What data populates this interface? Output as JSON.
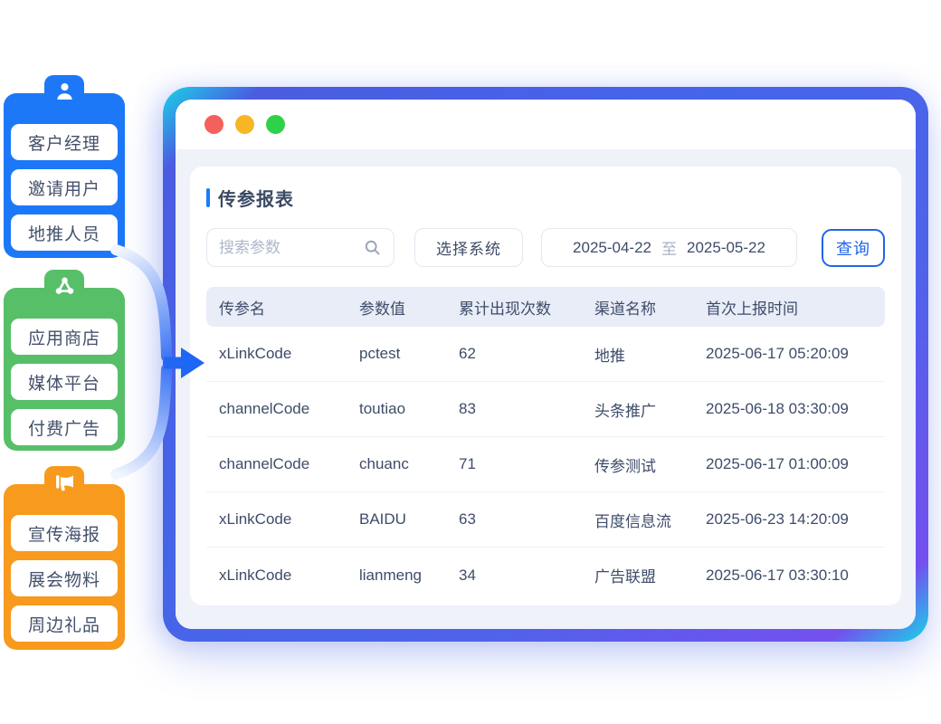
{
  "illustration": {
    "cards": [
      {
        "name": "personnel-sources",
        "color": "#1d78f8",
        "icon": "user-icon",
        "items": [
          "客户经理",
          "邀请用户",
          "地推人员"
        ]
      },
      {
        "name": "platform-sources",
        "color": "#57bf68",
        "icon": "share-icon",
        "items": [
          "应用商店",
          "媒体平台",
          "付费广告"
        ]
      },
      {
        "name": "material-sources",
        "color": "#f79a1d",
        "icon": "megaphone-icon",
        "items": [
          "宣传海报",
          "展会物料",
          "周边礼品"
        ]
      }
    ],
    "arrow_color": "#1e66f5"
  },
  "window": {
    "traffic_lights": [
      "#f4615c",
      "#f7b626",
      "#2fd14a"
    ],
    "frame_color": "#4565e9",
    "report": {
      "title": "传参报表",
      "accent_color": "#1a7cfa",
      "toolbar": {
        "search_placeholder": "搜索参数",
        "system_button": "选择系统",
        "date_start": "2025-04-22",
        "date_separator": "至",
        "date_end": "2025-05-22",
        "query_button": "查询"
      },
      "table": {
        "columns": [
          "传参名",
          "参数值",
          "累计出现次数",
          "渠道名称",
          "首次上报时间"
        ],
        "rows": [
          [
            "xLinkCode",
            "pctest",
            "62",
            "地推",
            "2025-06-17 05:20:09"
          ],
          [
            "channelCode",
            "toutiao",
            "83",
            "头条推广",
            "2025-06-18 03:30:09"
          ],
          [
            "channelCode",
            "chuanc",
            "71",
            "传参测试",
            "2025-06-17 01:00:09"
          ],
          [
            "xLinkCode",
            "BAIDU",
            "63",
            "百度信息流",
            "2025-06-23 14:20:09"
          ],
          [
            "xLinkCode",
            "lianmeng",
            "34",
            "广告联盟",
            "2025-06-17 03:30:10"
          ]
        ]
      }
    }
  }
}
